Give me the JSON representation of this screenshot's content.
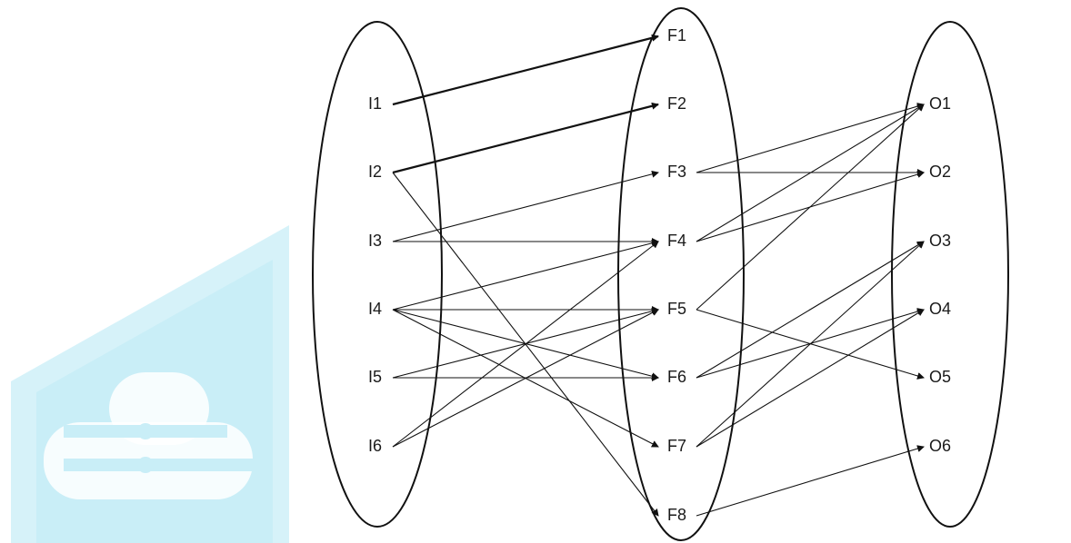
{
  "diagram": {
    "sets": [
      {
        "id": "inputs",
        "nodes": [
          "I1",
          "I2",
          "I3",
          "I4",
          "I5",
          "I6"
        ]
      },
      {
        "id": "functions",
        "nodes": [
          "F1",
          "F2",
          "F3",
          "F4",
          "F5",
          "F6",
          "F7",
          "F8"
        ]
      },
      {
        "id": "outputs",
        "nodes": [
          "O1",
          "O2",
          "O3",
          "O4",
          "O5",
          "O6"
        ]
      }
    ],
    "edges": [
      {
        "from": "I1",
        "to": "F1",
        "bold": true
      },
      {
        "from": "I2",
        "to": "F2",
        "bold": true
      },
      {
        "from": "I2",
        "to": "F8"
      },
      {
        "from": "I3",
        "to": "F3"
      },
      {
        "from": "I3",
        "to": "F4"
      },
      {
        "from": "I4",
        "to": "F4"
      },
      {
        "from": "I4",
        "to": "F5"
      },
      {
        "from": "I4",
        "to": "F6"
      },
      {
        "from": "I4",
        "to": "F7"
      },
      {
        "from": "I5",
        "to": "F5"
      },
      {
        "from": "I5",
        "to": "F6"
      },
      {
        "from": "I6",
        "to": "F4"
      },
      {
        "from": "I6",
        "to": "F5"
      },
      {
        "from": "F3",
        "to": "O1"
      },
      {
        "from": "F3",
        "to": "O2"
      },
      {
        "from": "F4",
        "to": "O1"
      },
      {
        "from": "F4",
        "to": "O2"
      },
      {
        "from": "F5",
        "to": "O1"
      },
      {
        "from": "F5",
        "to": "O5"
      },
      {
        "from": "F6",
        "to": "O3"
      },
      {
        "from": "F6",
        "to": "O4"
      },
      {
        "from": "F7",
        "to": "O3"
      },
      {
        "from": "F7",
        "to": "O4"
      },
      {
        "from": "F8",
        "to": "O6"
      }
    ],
    "colors": {
      "line": "#111111",
      "watermark": "#cfeff7"
    }
  }
}
